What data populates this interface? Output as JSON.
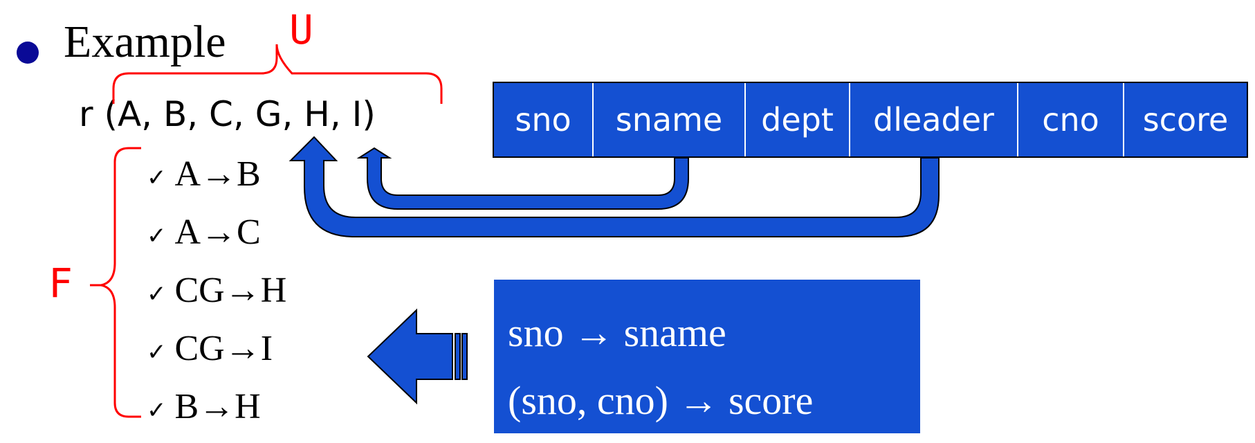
{
  "heading": "Example",
  "universal_label": "U",
  "relation": "r (A, B, C, G, H, I)",
  "fd_label": "F",
  "dependencies": [
    {
      "check": "✓",
      "text": "A→B"
    },
    {
      "check": "✓",
      "text": "A→C"
    },
    {
      "check": "✓",
      "text": "CG→H"
    },
    {
      "check": "✓",
      "text": "CG→I"
    },
    {
      "check": "✓",
      "text": "B→H"
    }
  ],
  "table_columns": [
    "sno",
    "sname",
    "dept",
    "dleader",
    "cno",
    "score"
  ],
  "result_lines": [
    "sno → sname",
    "(sno, cno) → score"
  ],
  "colors": {
    "accent_blue": "#1450d2",
    "brace_red": "#ff0000",
    "bullet": "#0a0a96"
  }
}
